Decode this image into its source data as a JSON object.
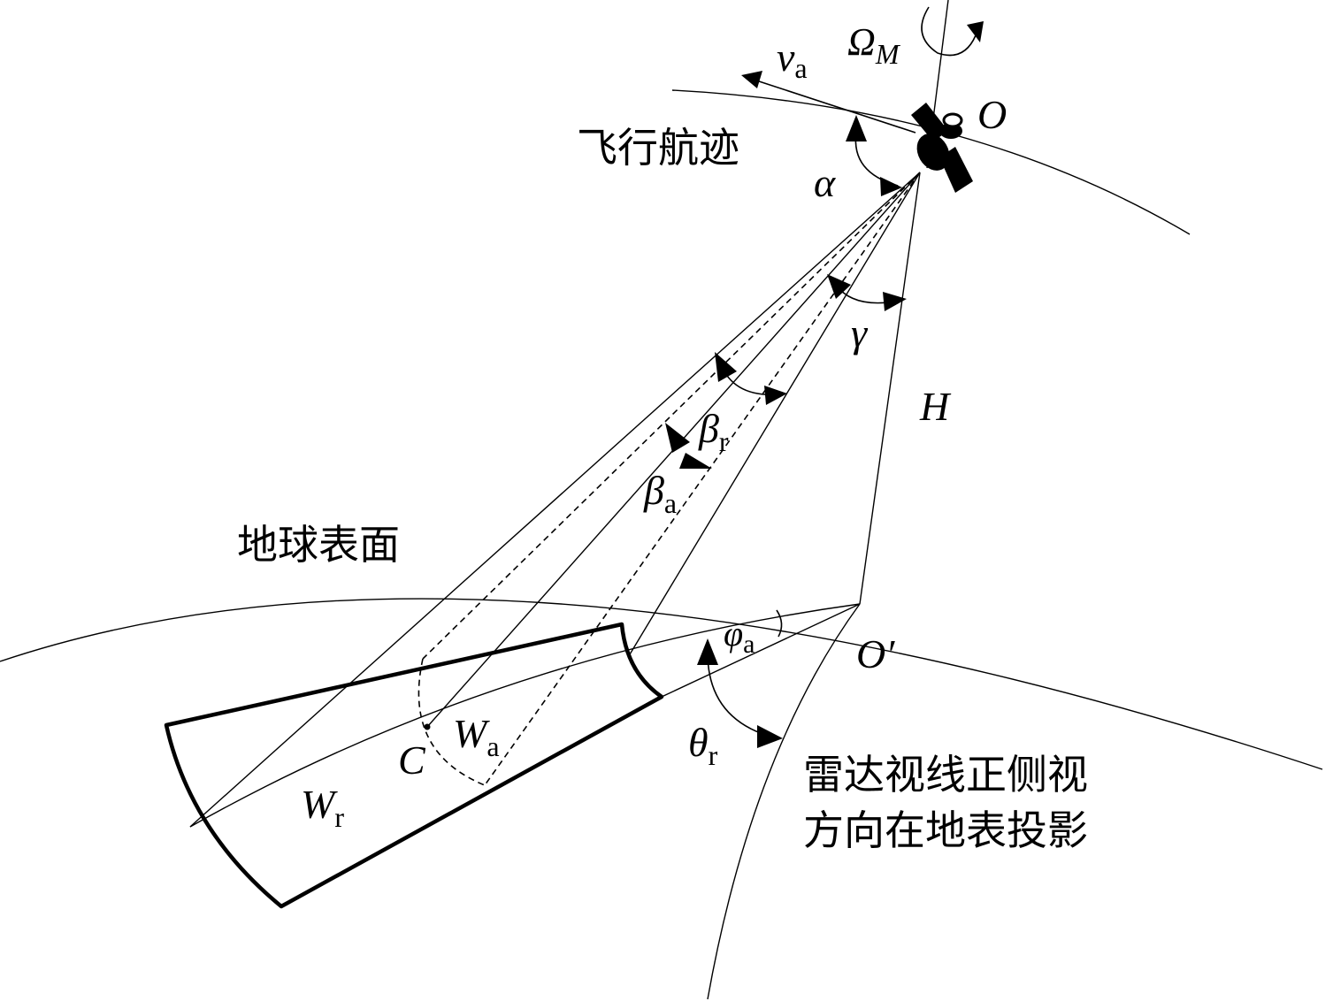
{
  "labels": {
    "velocity": "v",
    "velocity_sub": "a",
    "omega": "Ω",
    "omega_sub": "M",
    "origin": "O",
    "flight_track": "飞行航迹",
    "alpha": "α",
    "gamma": "γ",
    "height": "H",
    "beta_r": "β",
    "beta_r_sub": "r",
    "beta_a": "β",
    "beta_a_sub": "a",
    "earth_surface": "地球表面",
    "phi_a": "φ",
    "phi_a_sub": "a",
    "origin_prime": "O′",
    "theta_r": "θ",
    "theta_r_sub": "r",
    "w_a": "W",
    "w_a_sub": "a",
    "center": "C",
    "w_r": "W",
    "w_r_sub": "r",
    "projection_line1": "雷达视线正侧视",
    "projection_line2": "方向在地表投影"
  },
  "colors": {
    "ink": "#000000",
    "background": "#ffffff"
  }
}
